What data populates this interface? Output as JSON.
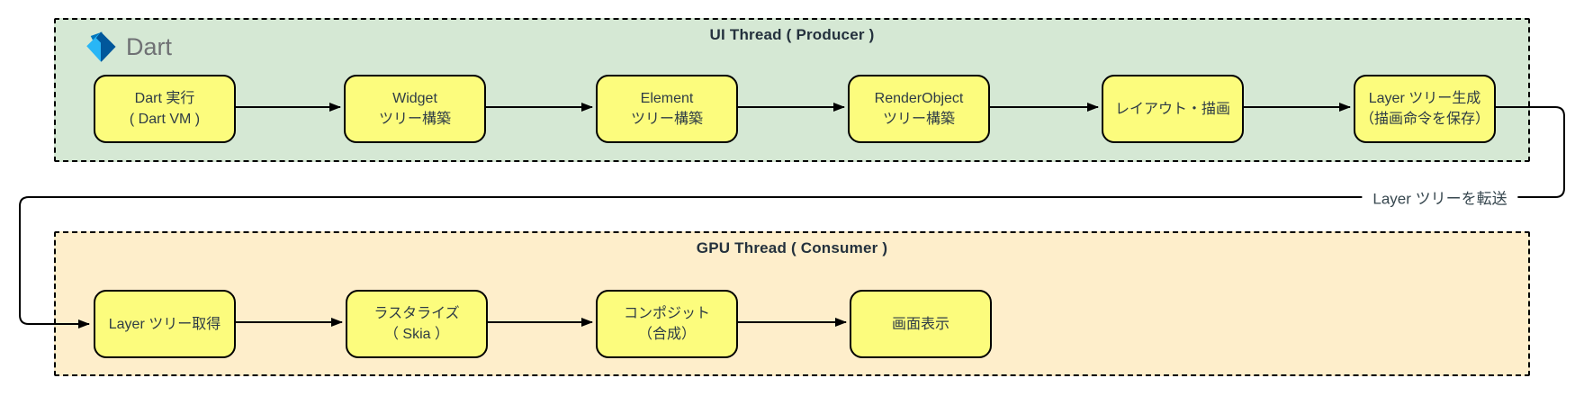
{
  "producer": {
    "title": "UI Thread ( Producer )",
    "logo_label": "Dart",
    "nodes": [
      {
        "id": "dart-vm",
        "lines": [
          "Dart 実行",
          "( Dart VM )"
        ]
      },
      {
        "id": "widget-tree",
        "lines": [
          "Widget",
          "ツリー構築"
        ]
      },
      {
        "id": "element-tree",
        "lines": [
          "Element",
          "ツリー構築"
        ]
      },
      {
        "id": "renderobject-tree",
        "lines": [
          "RenderObject",
          "ツリー構築"
        ]
      },
      {
        "id": "layout-paint",
        "lines": [
          "レイアウト・描画"
        ]
      },
      {
        "id": "layer-tree-generate",
        "lines": [
          "Layer ツリー生成",
          "（描画命令を保存）"
        ]
      }
    ]
  },
  "consumer": {
    "title": "GPU Thread ( Consumer )",
    "nodes": [
      {
        "id": "layer-tree-receive",
        "lines": [
          "Layer ツリー取得"
        ]
      },
      {
        "id": "rasterize",
        "lines": [
          "ラスタライズ",
          "（ Skia ）"
        ]
      },
      {
        "id": "composite",
        "lines": [
          "コンポジット",
          "（合成）"
        ]
      },
      {
        "id": "display",
        "lines": [
          "画面表示"
        ]
      }
    ]
  },
  "transfer": {
    "label": "Layer ツリーを転送"
  },
  "colors": {
    "producer_bg": "#d5e8d4",
    "consumer_bg": "#feeecb",
    "node_fill": "#fcfc7d",
    "node_border": "#000000",
    "connector": "#000000",
    "title_text": "#24313d",
    "node_text": "#2e3c46",
    "dart_word": "#6f7174",
    "dart_logo_dark": "#01579b",
    "dart_logo_mid": "#0277bd",
    "dart_logo_light": "#29b6f6"
  }
}
